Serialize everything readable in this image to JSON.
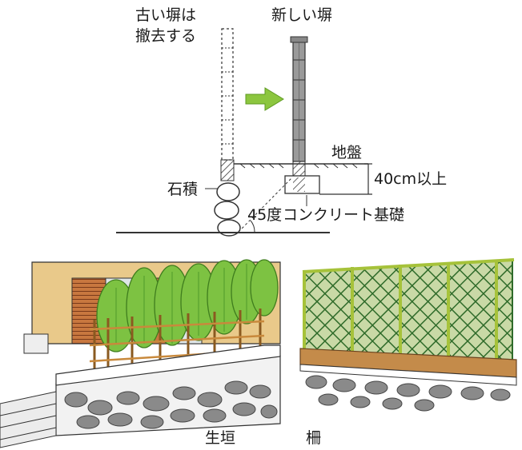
{
  "top": {
    "old_wall_label_1": "古い塀は",
    "old_wall_label_2": "撤去する",
    "new_wall_label": "新しい塀",
    "ground_label": "地盤",
    "stone_label": "石積",
    "depth_label": "40cm以上",
    "angle_label": "45度",
    "foundation_label": "コンクリート基礎"
  },
  "bottom": {
    "hedge_label": "生垣",
    "fence_label": "柵"
  },
  "colors": {
    "arrow": "#8cc63f",
    "tree": "#7dc242",
    "tree_dark": "#4f9a2a",
    "lattice": "#2f6b2a",
    "wall_beige": "#e9c98a",
    "shutter": "#b5653a",
    "stone": "#8a8a8a",
    "bamboo": "#c8893c"
  }
}
